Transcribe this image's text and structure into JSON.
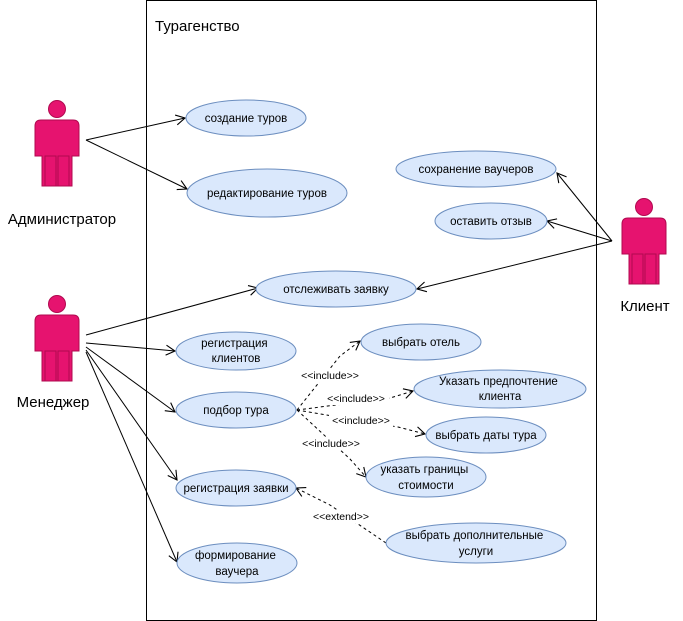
{
  "system": {
    "title": "Турагенство"
  },
  "actors": {
    "admin": "Администратор",
    "manager": "Менеджер",
    "client": "Клиент"
  },
  "use_cases": {
    "create_tours": [
      "создание туров"
    ],
    "edit_tours": [
      "редактирование туров"
    ],
    "save_vouchers": [
      "сохранение ваучеров"
    ],
    "leave_review": [
      "оставить отзыв"
    ],
    "track_request": [
      "отслеживать заявку"
    ],
    "register_clients": [
      "регистрация",
      "клиентов"
    ],
    "choose_hotel": [
      "выбрать отель"
    ],
    "specify_preference": [
      "Указать предпочтение",
      "клиента"
    ],
    "tour_selection": [
      "подбор тура"
    ],
    "choose_dates": [
      "выбрать даты тура"
    ],
    "price_limits": [
      "указать границы",
      "стоимости"
    ],
    "register_request": [
      "регистрация заявки"
    ],
    "extra_services": [
      "выбрать дополнительные",
      "услуги"
    ],
    "voucher_forming": [
      "формирование",
      "ваучера"
    ]
  },
  "relations": {
    "include": "<<include>>",
    "extend": "<<extend>>"
  },
  "colors": {
    "actor": "#E6136F",
    "use_case_fill": "#DAE8FC",
    "use_case_stroke": "#6C8EBF",
    "line": "#000000"
  }
}
